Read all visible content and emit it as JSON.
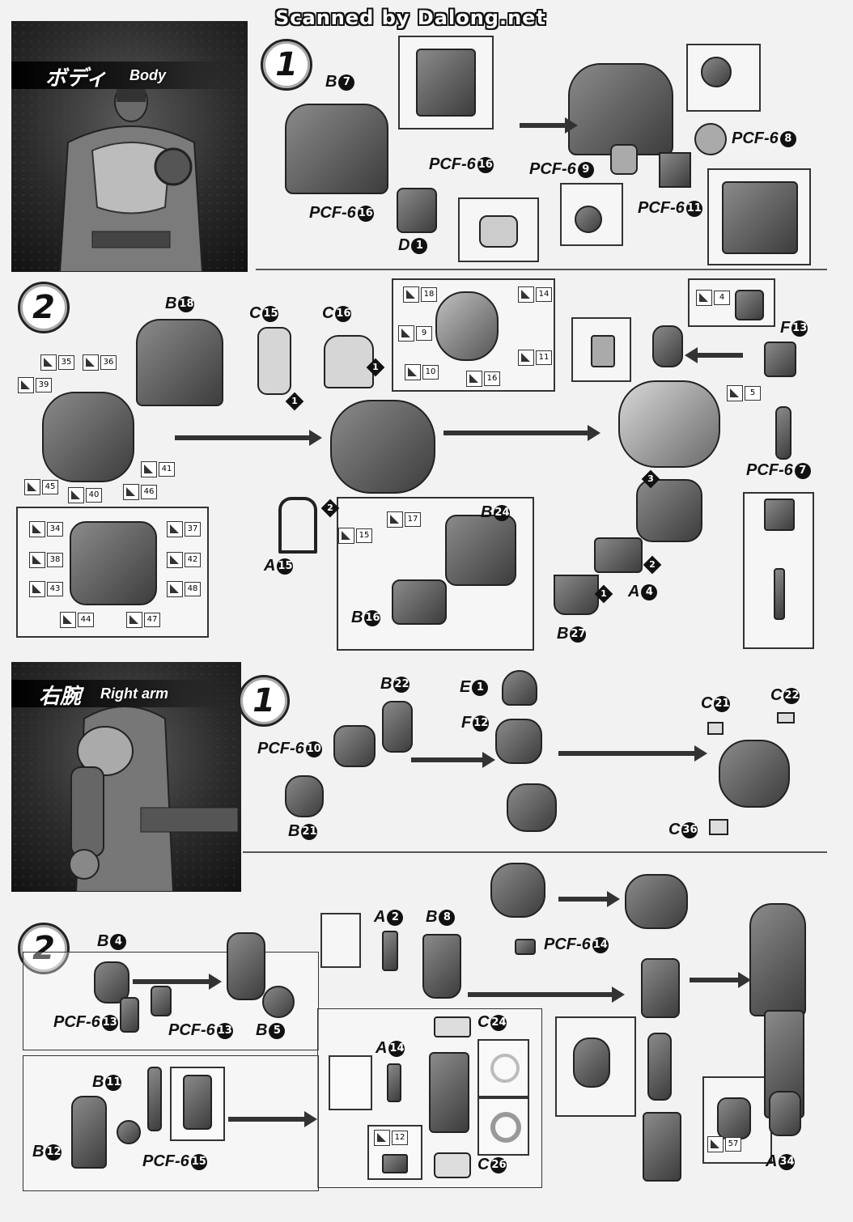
{
  "watermark": "Scanned by Dalong.net",
  "body_section": {
    "title_jp": "ボディ",
    "title_en": "Body",
    "step1": {
      "number": "1",
      "labels": [
        "B",
        "PCF-6",
        "PCF-6",
        "D",
        "PCF-6",
        "PCF-6",
        "PCF-6"
      ],
      "label_nums": [
        "7",
        "16",
        "16",
        "1",
        "8",
        "9",
        "11"
      ]
    },
    "step2": {
      "number": "2",
      "labels": [
        "B",
        "C",
        "C",
        "A",
        "B",
        "B",
        "B",
        "A",
        "F",
        "PCF-6"
      ],
      "label_nums": [
        "18",
        "15",
        "16",
        "15",
        "24",
        "16",
        "27",
        "4",
        "13",
        "7"
      ],
      "stickers": [
        "35",
        "36",
        "39",
        "41",
        "45",
        "40",
        "46",
        "34",
        "37",
        "38",
        "42",
        "43",
        "48",
        "44",
        "47",
        "18",
        "14",
        "9",
        "11",
        "10",
        "16",
        "15",
        "17",
        "4",
        "5"
      ],
      "order_marks": [
        "1",
        "1",
        "2",
        "3",
        "2",
        "1"
      ]
    }
  },
  "arm_section": {
    "title_jp": "右腕",
    "title_en": "Right arm",
    "step1": {
      "number": "1",
      "labels": [
        "B",
        "PCF-6",
        "B",
        "E",
        "F",
        "C",
        "C",
        "C"
      ],
      "label_nums": [
        "22",
        "10",
        "21",
        "1",
        "12",
        "21",
        "22",
        "36"
      ]
    },
    "step2": {
      "number": "2",
      "labels": [
        "B",
        "PCF-6",
        "PCF-6",
        "B",
        "A",
        "B",
        "PCF-6",
        "B",
        "B",
        "PCF-6",
        "A",
        "C",
        "C",
        "A"
      ],
      "label_nums": [
        "4",
        "13",
        "13",
        "5",
        "2",
        "8",
        "14",
        "11",
        "12",
        "15",
        "14",
        "24",
        "26",
        "34"
      ],
      "stickers": [
        "12",
        "57"
      ]
    }
  }
}
